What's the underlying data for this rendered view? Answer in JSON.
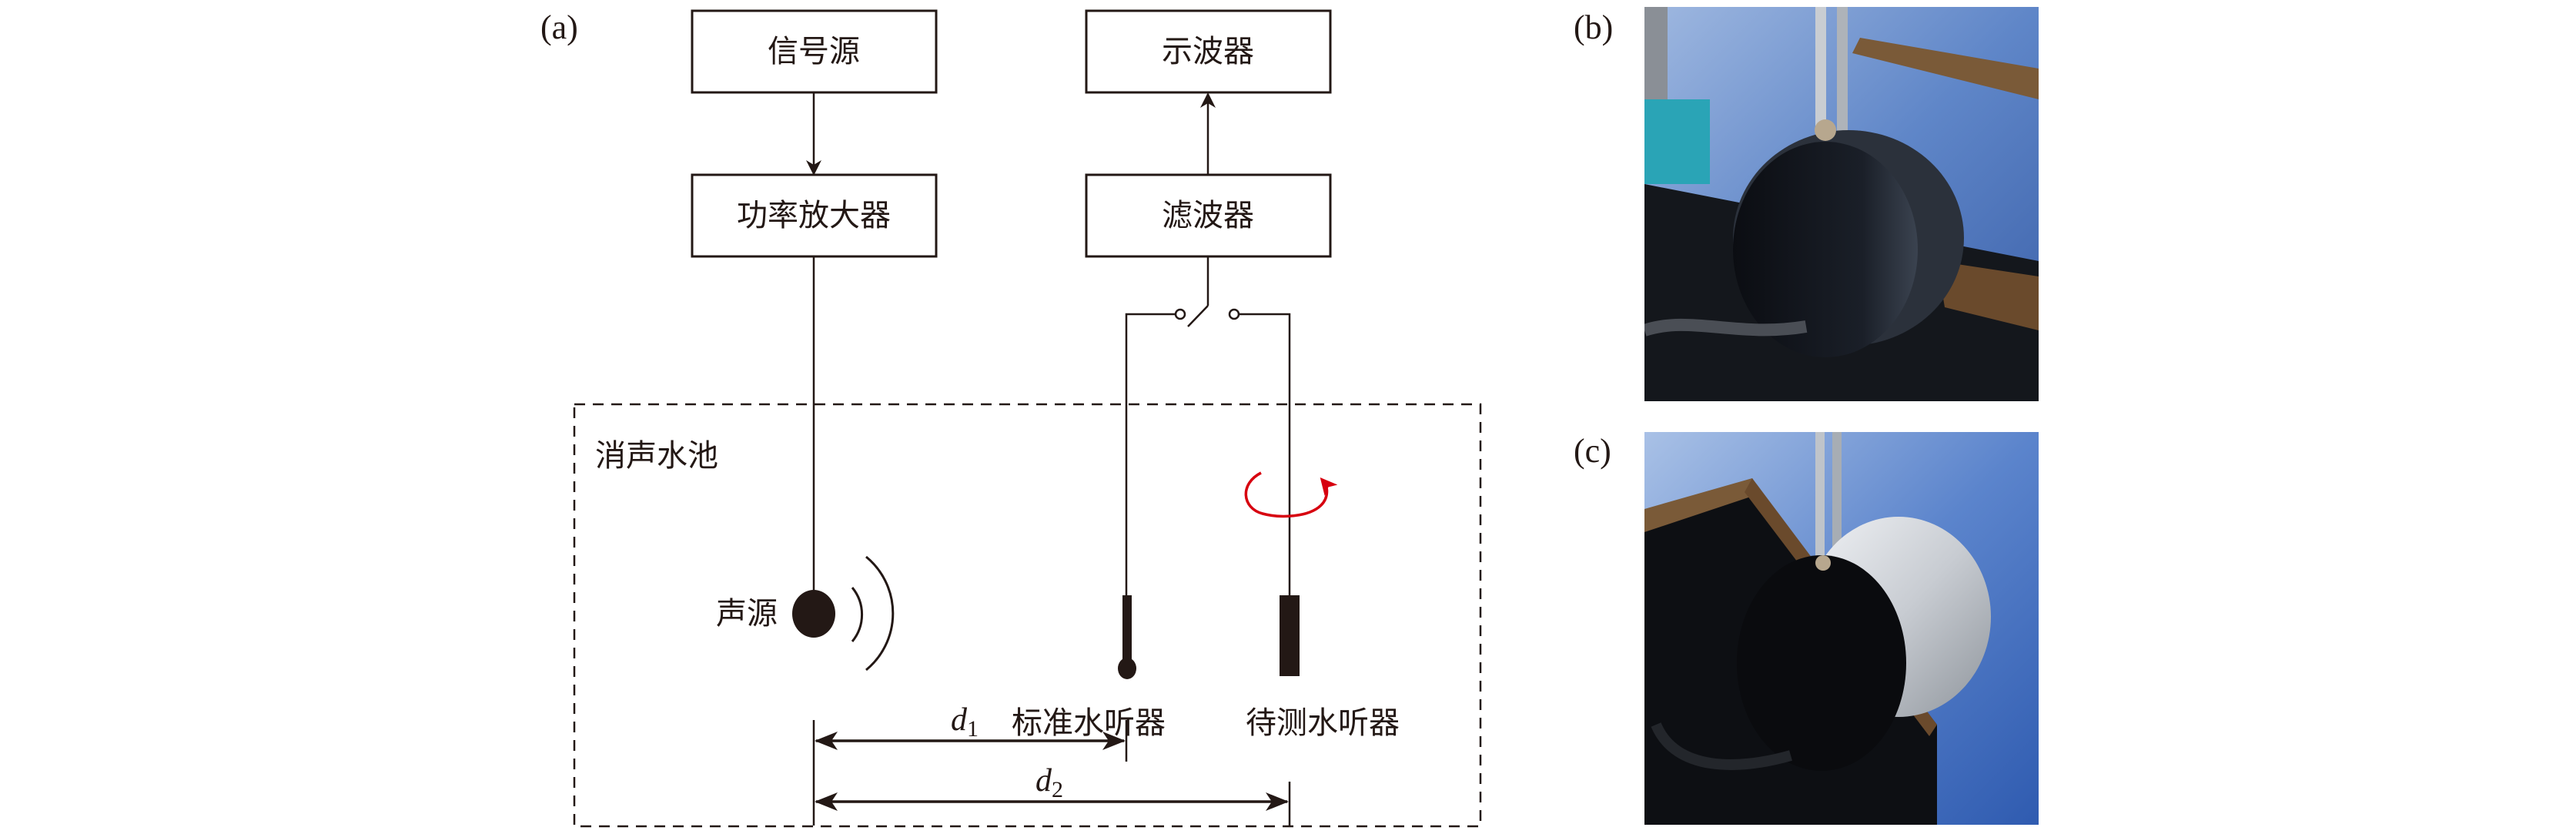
{
  "figure": {
    "panels": {
      "a": "(a)",
      "b": "(b)",
      "c": "(c)"
    },
    "blocks": {
      "signal_source": "信号源",
      "power_amplifier": "功率放大器",
      "oscilloscope": "示波器",
      "filter": "滤波器"
    },
    "tank": {
      "label": "消声水池"
    },
    "devices": {
      "sound_source": "声源",
      "standard_hydrophone": "标准水听器",
      "hydrophone_under_test": "待测水听器"
    },
    "distances": {
      "d1_symbol": "d",
      "d1_sub": "1",
      "d2_symbol": "d",
      "d2_sub": "2"
    },
    "colors": {
      "line": "#231815",
      "rotation_arrow": "#d7000f"
    },
    "photos": {
      "b": "photo-hydrophone-side-view",
      "c": "photo-hydrophone-rear-view"
    }
  }
}
